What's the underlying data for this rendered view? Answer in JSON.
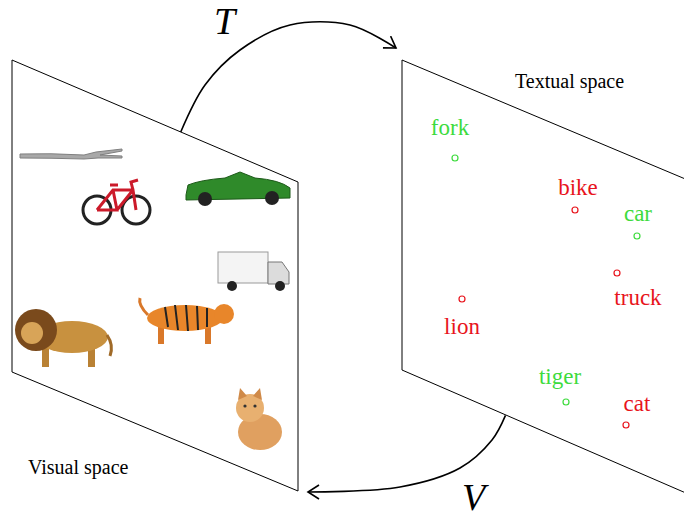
{
  "diagram": {
    "nodes": [
      {
        "text": [
          "Visual space"
        ]
      },
      {
        "text": [
          "Textual space"
        ]
      }
    ],
    "edges": [
      {
        "from": 0,
        "to": 1,
        "arrow": "to",
        "label": "T"
      },
      {
        "from": 1,
        "to": 0,
        "arrow": "to",
        "label": "V"
      }
    ],
    "labels": [
      "fork",
      "bike",
      "car",
      "truck",
      "lion",
      "tiger",
      "cat"
    ]
  }
}
